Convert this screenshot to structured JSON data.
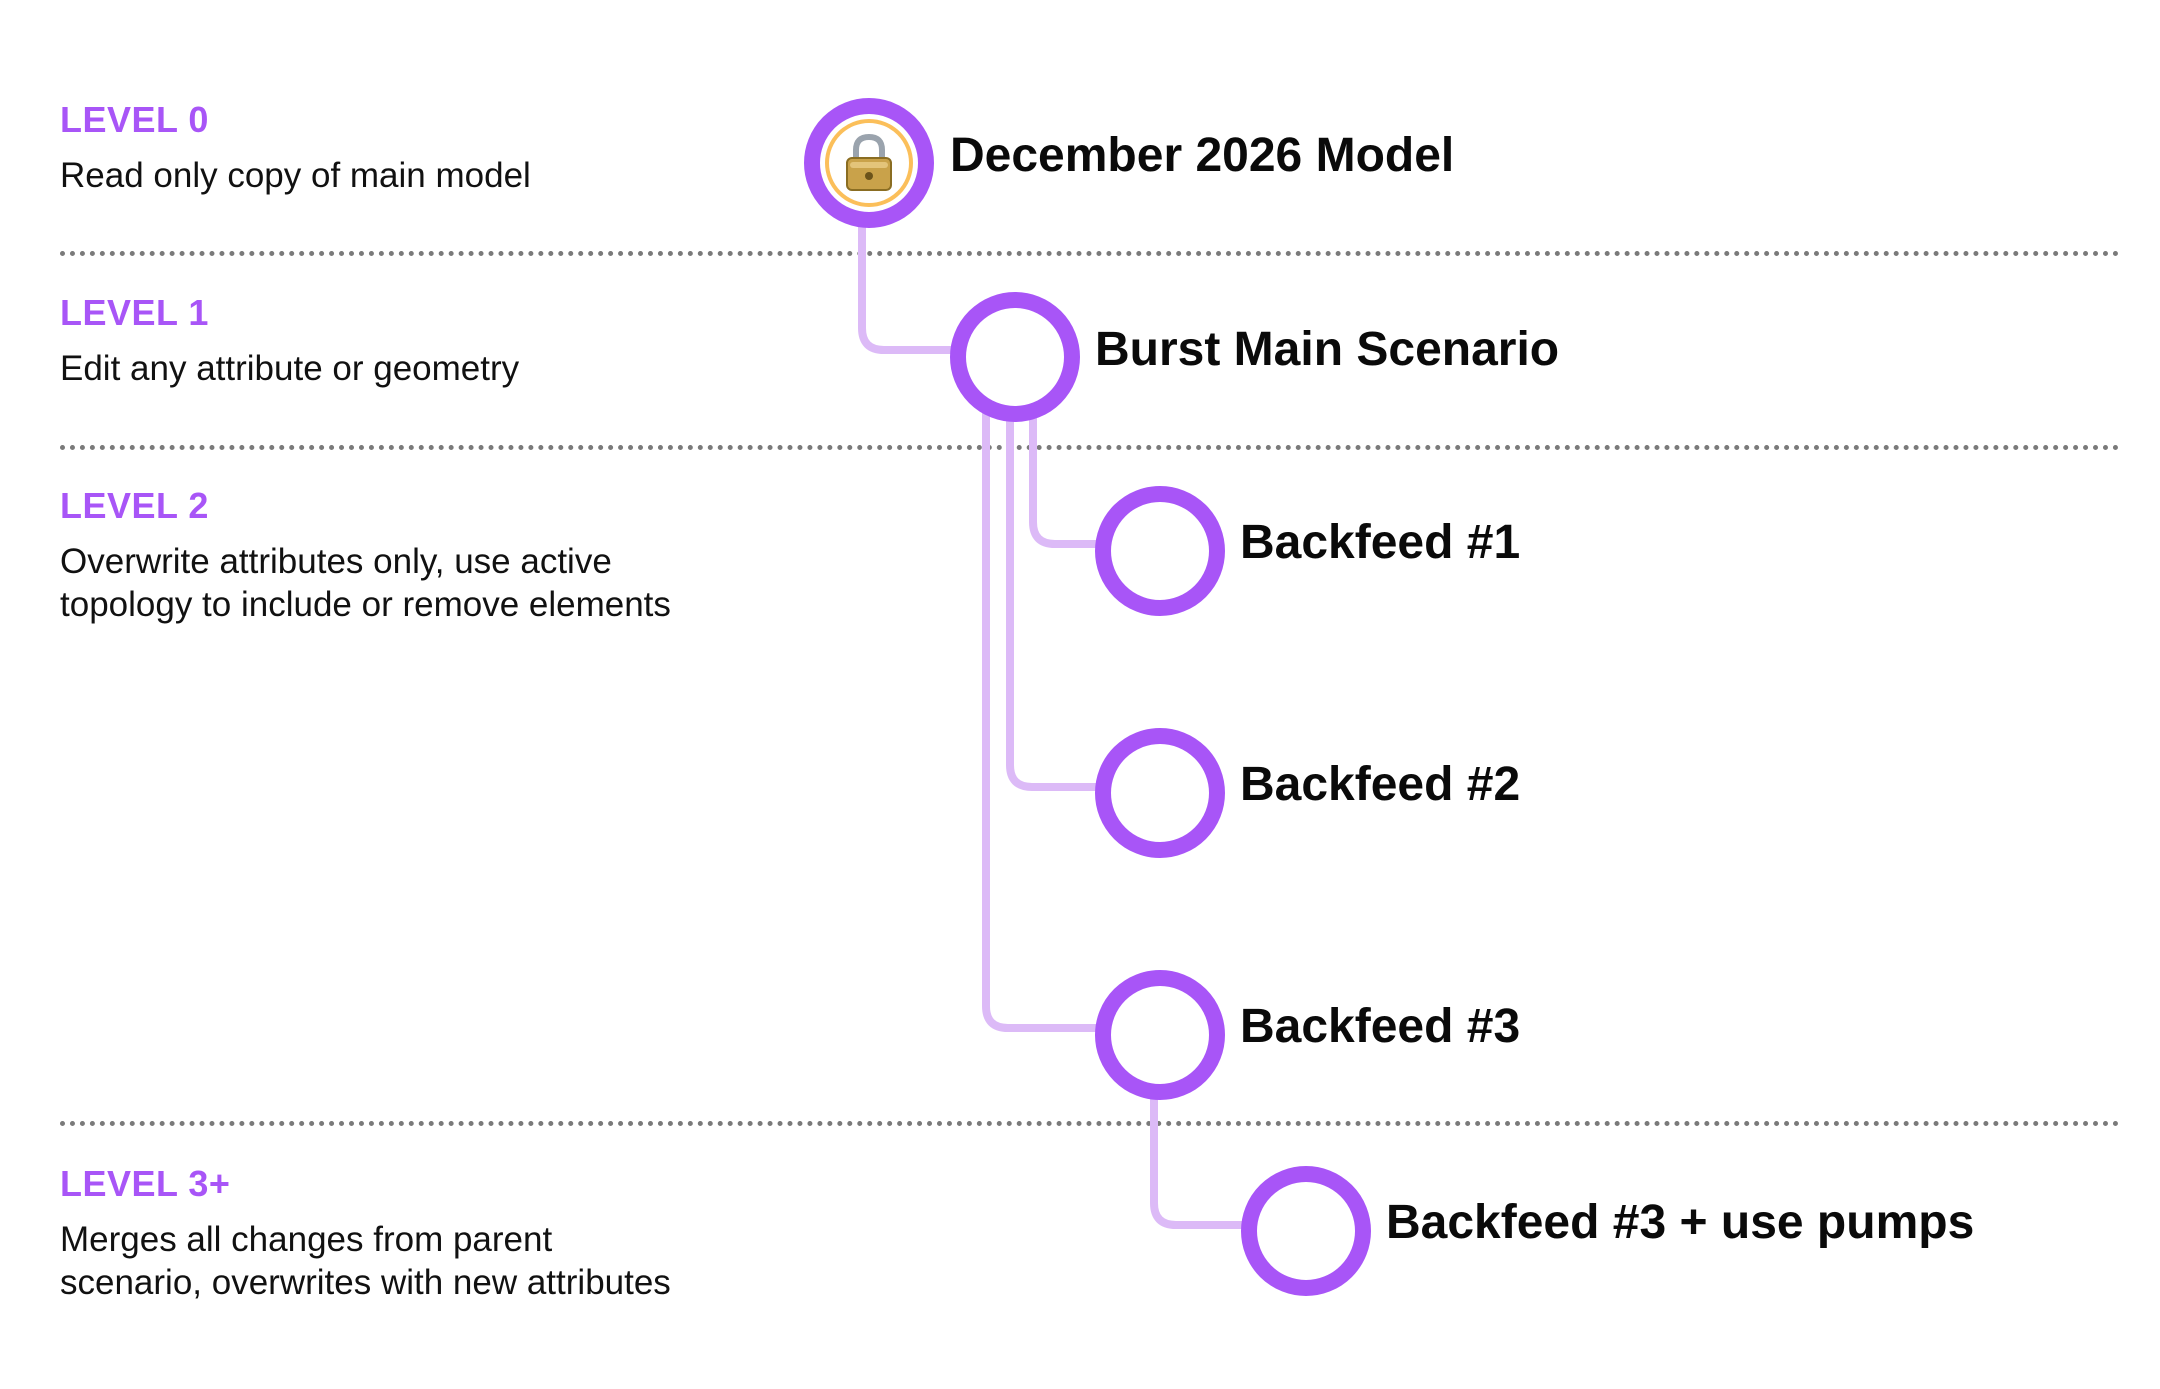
{
  "levels": [
    {
      "label": "LEVEL 0",
      "description": "Read only copy of main model"
    },
    {
      "label": "LEVEL 1",
      "description": "Edit any attribute or geometry"
    },
    {
      "label": "LEVEL 2",
      "description": "Overwrite attributes only, use active topology to include or remove elements"
    },
    {
      "label": "LEVEL 3+",
      "description": "Merges all changes from parent scenario, overwrites with new attributes"
    }
  ],
  "nodes": [
    {
      "label": "December 2026 Model",
      "icon": "lock-icon",
      "parent": null
    },
    {
      "label": "Burst Main Scenario",
      "parent": "December 2026 Model"
    },
    {
      "label": "Backfeed #1",
      "parent": "Burst Main Scenario"
    },
    {
      "label": "Backfeed #2",
      "parent": "Burst Main Scenario"
    },
    {
      "label": "Backfeed #3",
      "parent": "Burst Main Scenario"
    },
    {
      "label": "Backfeed #3 + use pumps",
      "parent": "Backfeed #3"
    }
  ],
  "colors": {
    "accent": "#a855f7",
    "connector": "#dcbaf7",
    "lock_ring": "#fbbf5a",
    "text": "#0a0a0a",
    "divider": "#7a7a7a"
  }
}
